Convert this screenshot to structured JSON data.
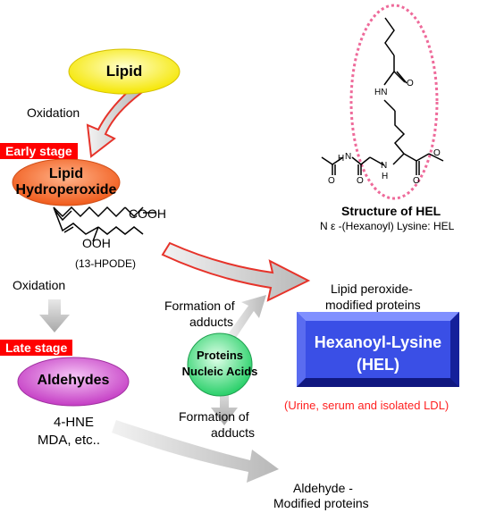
{
  "nodes": {
    "lipid": "Lipid",
    "hydroperoxide_line1": "Lipid",
    "hydroperoxide_line2": "Hydroperoxide",
    "aldehydes": "Aldehydes",
    "proteins_line1": "Proteins",
    "proteins_line2": "Nucleic Acids",
    "hel_line1": "Hexanoyl-Lysine",
    "hel_line2": "(HEL)"
  },
  "stages": {
    "early": "Early stage",
    "late": "Late stage"
  },
  "labels": {
    "oxidation_top": "Oxidation",
    "oxidation_mid": "Oxidation",
    "cooh": "COOH",
    "ooh": "OOH",
    "hpode": "(13-HPODE)",
    "formation_top_line1": "Formation of",
    "formation_top_line2": "adducts",
    "formation_bottom_line1": "Formation of",
    "formation_bottom_line2": "adducts",
    "lipid_peroxide_line1": "Lipid peroxide-",
    "lipid_peroxide_line2": "modified proteins",
    "hne_line1": "4-HNE",
    "hne_line2": "MDA, etc..",
    "aldehyde_mod_line1": "Aldehyde -",
    "aldehyde_mod_line2": "Modified proteins",
    "urine": "(Urine, serum and isolated LDL)"
  },
  "structure": {
    "title": "Structure of HEL",
    "subtitle": "N ε -(Hexanoyl) Lysine: HEL",
    "atom_hn": "HN",
    "atom_o1": "O",
    "atom_n1": "N",
    "atom_h1": "H",
    "atom_n2": "N",
    "atom_h2": "H",
    "atom_o2": "O",
    "atom_o3": "O",
    "atom_o4": "O"
  },
  "colors": {
    "lipid_fill": "#ffff66",
    "hydroperoxide_fill": "#ff7f3f",
    "aldehydes_fill": "#e066e0",
    "proteins_fill": "#66ee99",
    "hel_fill": "#2a3fd8",
    "stage_tag": "#ff0000",
    "arrow_red": "#e6332a",
    "highlight_oval": "#ee6a9a",
    "urine_text": "#ff2020"
  }
}
